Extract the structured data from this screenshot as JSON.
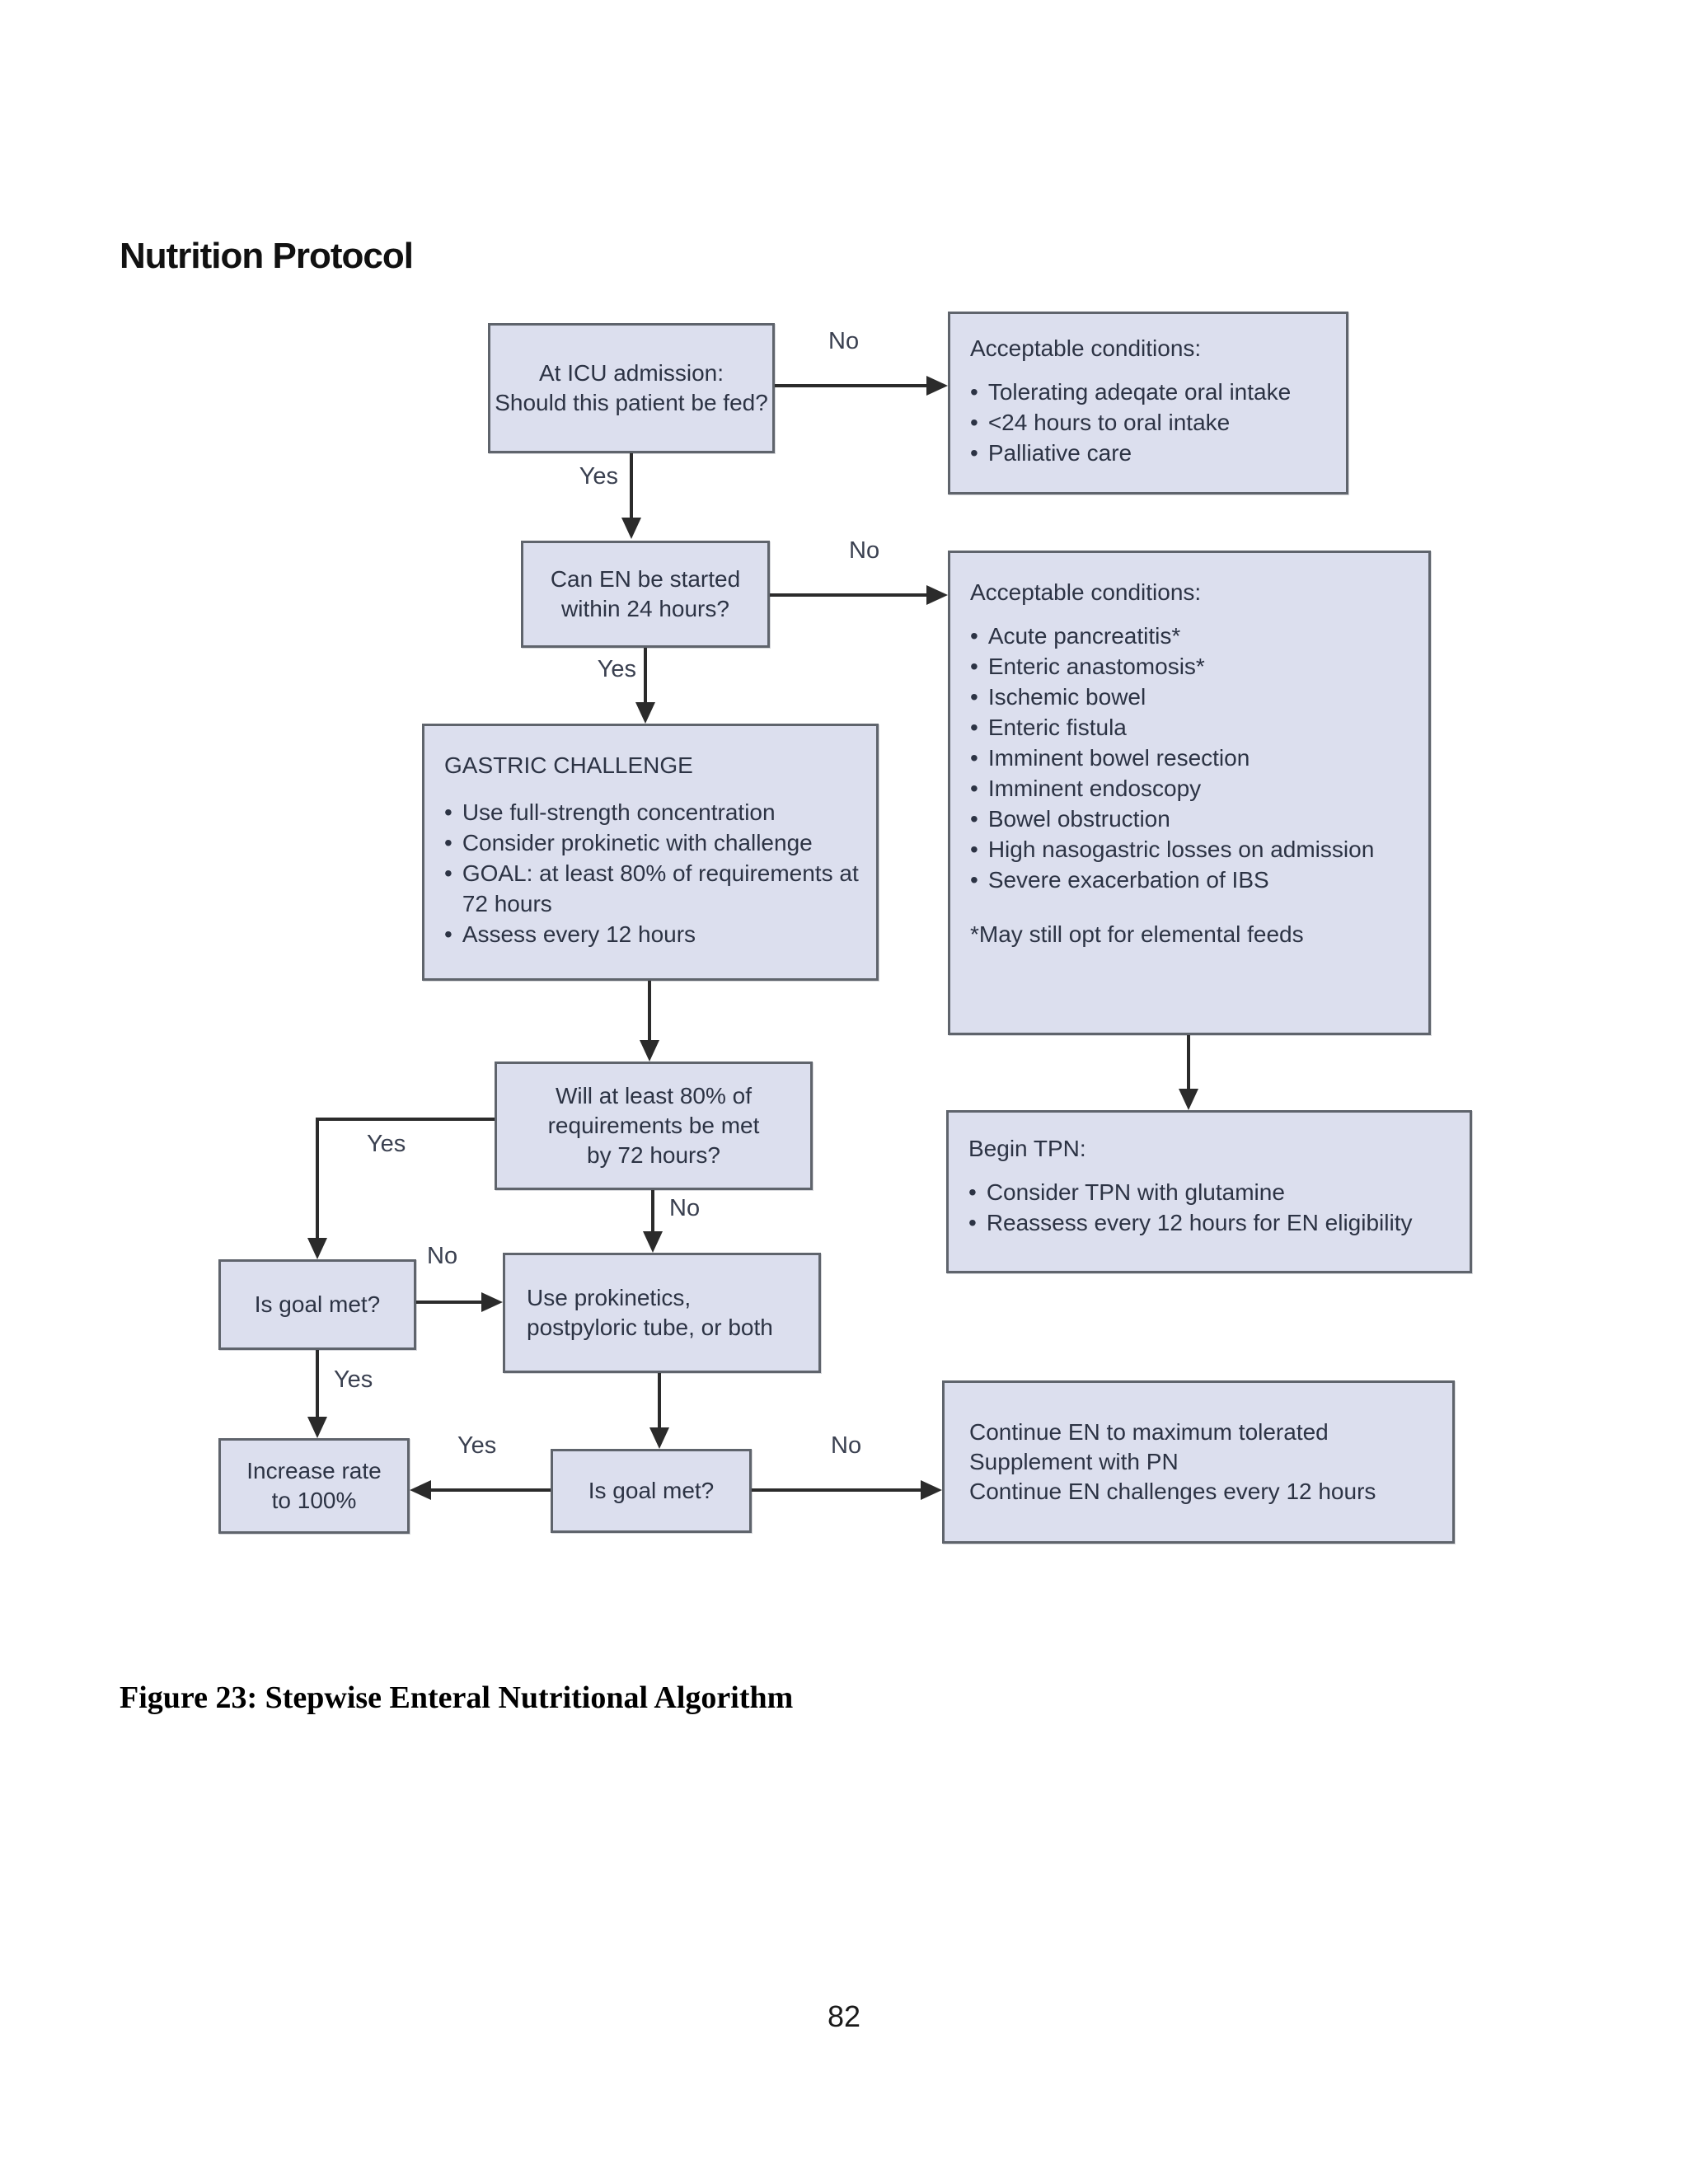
{
  "page": {
    "title": "Nutrition Protocol",
    "caption": "Figure 23: Stepwise Enteral Nutritional Algorithm",
    "page_number": "82"
  },
  "colors": {
    "box_fill": "#dcdfee",
    "box_border": "#5f646c",
    "box_text": "#2c3344",
    "arrow": "#2b2b2b"
  },
  "flowchart": {
    "nodes": {
      "icu": {
        "lines": [
          "At ICU admission:",
          "Should this patient be fed?"
        ]
      },
      "accept1": {
        "title": "Acceptable conditions:",
        "bullets": [
          "Tolerating adeqate oral intake",
          "<24 hours to oral intake",
          "Palliative care"
        ]
      },
      "en24": {
        "lines": [
          "Can EN be started",
          "within 24 hours?"
        ]
      },
      "accept2": {
        "title": "Acceptable conditions:",
        "bullets": [
          "Acute pancreatitis*",
          "Enteric anastomosis*",
          "Ischemic bowel",
          "Enteric fistula",
          "Imminent bowel resection",
          "Imminent endoscopy",
          "Bowel obstruction",
          "High nasogastric losses on admission",
          "Severe exacerbation of IBS"
        ],
        "footnote": "*May still opt for elemental feeds"
      },
      "gastric": {
        "title": "GASTRIC CHALLENGE",
        "bullets": [
          "Use full-strength concentration",
          "Consider prokinetic with challenge",
          "GOAL: at least 80% of requirements at 72 hours",
          "Assess every 12 hours"
        ]
      },
      "will80": {
        "lines": [
          "Will at least 80% of",
          "requirements be met",
          "by 72 hours?"
        ]
      },
      "tpn": {
        "title": "Begin TPN:",
        "bullets": [
          "Consider TPN with glutamine",
          "Reassess every 12 hours for EN eligibility"
        ]
      },
      "goal1": {
        "lines": [
          "Is goal met?"
        ]
      },
      "prokinetics": {
        "lines": [
          "Use prokinetics,",
          "postpyloric tube, or both"
        ]
      },
      "rate": {
        "lines": [
          "Increase rate",
          "to 100%"
        ]
      },
      "goal2": {
        "lines": [
          "Is goal met?"
        ]
      },
      "continueEN": {
        "lines": [
          "Continue EN to maximum tolerated",
          "Supplement with PN",
          "Continue EN challenges every 12 hours"
        ]
      }
    },
    "labels": {
      "no1": "No",
      "yes1": "Yes",
      "no2": "No",
      "yes2": "Yes",
      "yes3": "Yes",
      "no3": "No",
      "no4": "No",
      "yes4": "Yes",
      "yes5": "Yes",
      "no5": "No"
    }
  }
}
